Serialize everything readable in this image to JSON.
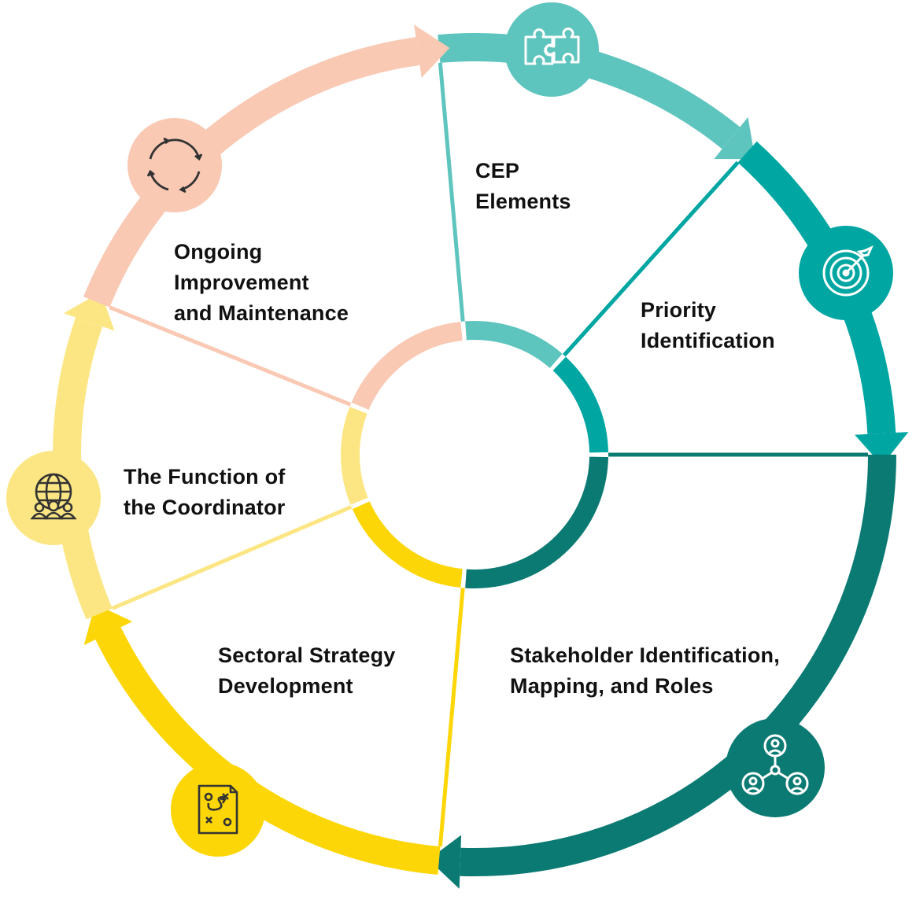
{
  "segments": [
    {
      "id": "cep",
      "lines": [
        "CEP",
        "Elements"
      ],
      "color": "#5ec4be",
      "icon": "puzzle-icon"
    },
    {
      "id": "priority",
      "lines": [
        "Priority",
        "Identification"
      ],
      "color": "#00a6a2",
      "icon": "target-icon"
    },
    {
      "id": "stakeholder",
      "lines": [
        "Stakeholder Identification,",
        "Mapping, and Roles"
      ],
      "color": "#0b7a73",
      "icon": "network-people-icon"
    },
    {
      "id": "sectoral",
      "lines": [
        "Sectoral Strategy",
        "Development"
      ],
      "color": "#fcd606",
      "icon": "strategy-board-icon"
    },
    {
      "id": "coordinator",
      "lines": [
        "The Function of",
        "the Coordinator"
      ],
      "color": "#fce684",
      "icon": "global-team-icon"
    },
    {
      "id": "ongoing",
      "lines": [
        "Ongoing",
        "Improvement",
        "and Maintenance"
      ],
      "color": "#f9c9b4",
      "icon": "cycle-arrows-icon"
    }
  ]
}
